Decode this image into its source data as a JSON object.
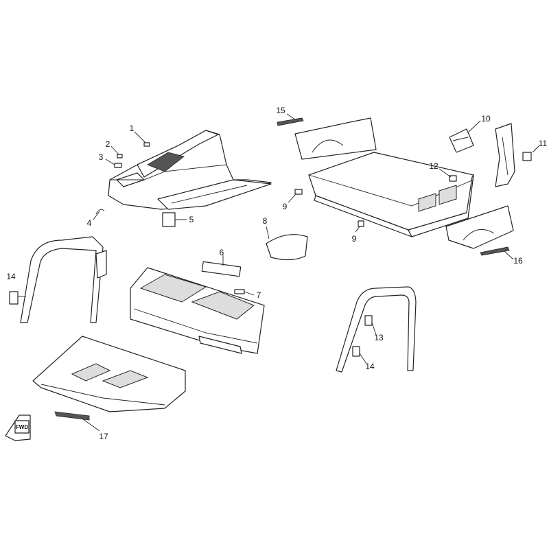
{
  "diagram": {
    "title": "Body parts exploded view",
    "forward_marker": "FWD",
    "callouts": [
      {
        "id": "c1",
        "label": "1"
      },
      {
        "id": "c2",
        "label": "2"
      },
      {
        "id": "c3",
        "label": "3"
      },
      {
        "id": "c4",
        "label": "4"
      },
      {
        "id": "c5",
        "label": "5"
      },
      {
        "id": "c6",
        "label": "6"
      },
      {
        "id": "c7",
        "label": "7"
      },
      {
        "id": "c8",
        "label": "8"
      },
      {
        "id": "c9a",
        "label": "9"
      },
      {
        "id": "c9b",
        "label": "9"
      },
      {
        "id": "c10",
        "label": "10"
      },
      {
        "id": "c11",
        "label": "11"
      },
      {
        "id": "c12",
        "label": "12"
      },
      {
        "id": "c13",
        "label": "13"
      },
      {
        "id": "c14a",
        "label": "14"
      },
      {
        "id": "c14b",
        "label": "14"
      },
      {
        "id": "c15",
        "label": "15"
      },
      {
        "id": "c16",
        "label": "16"
      },
      {
        "id": "c17",
        "label": "17"
      }
    ]
  }
}
